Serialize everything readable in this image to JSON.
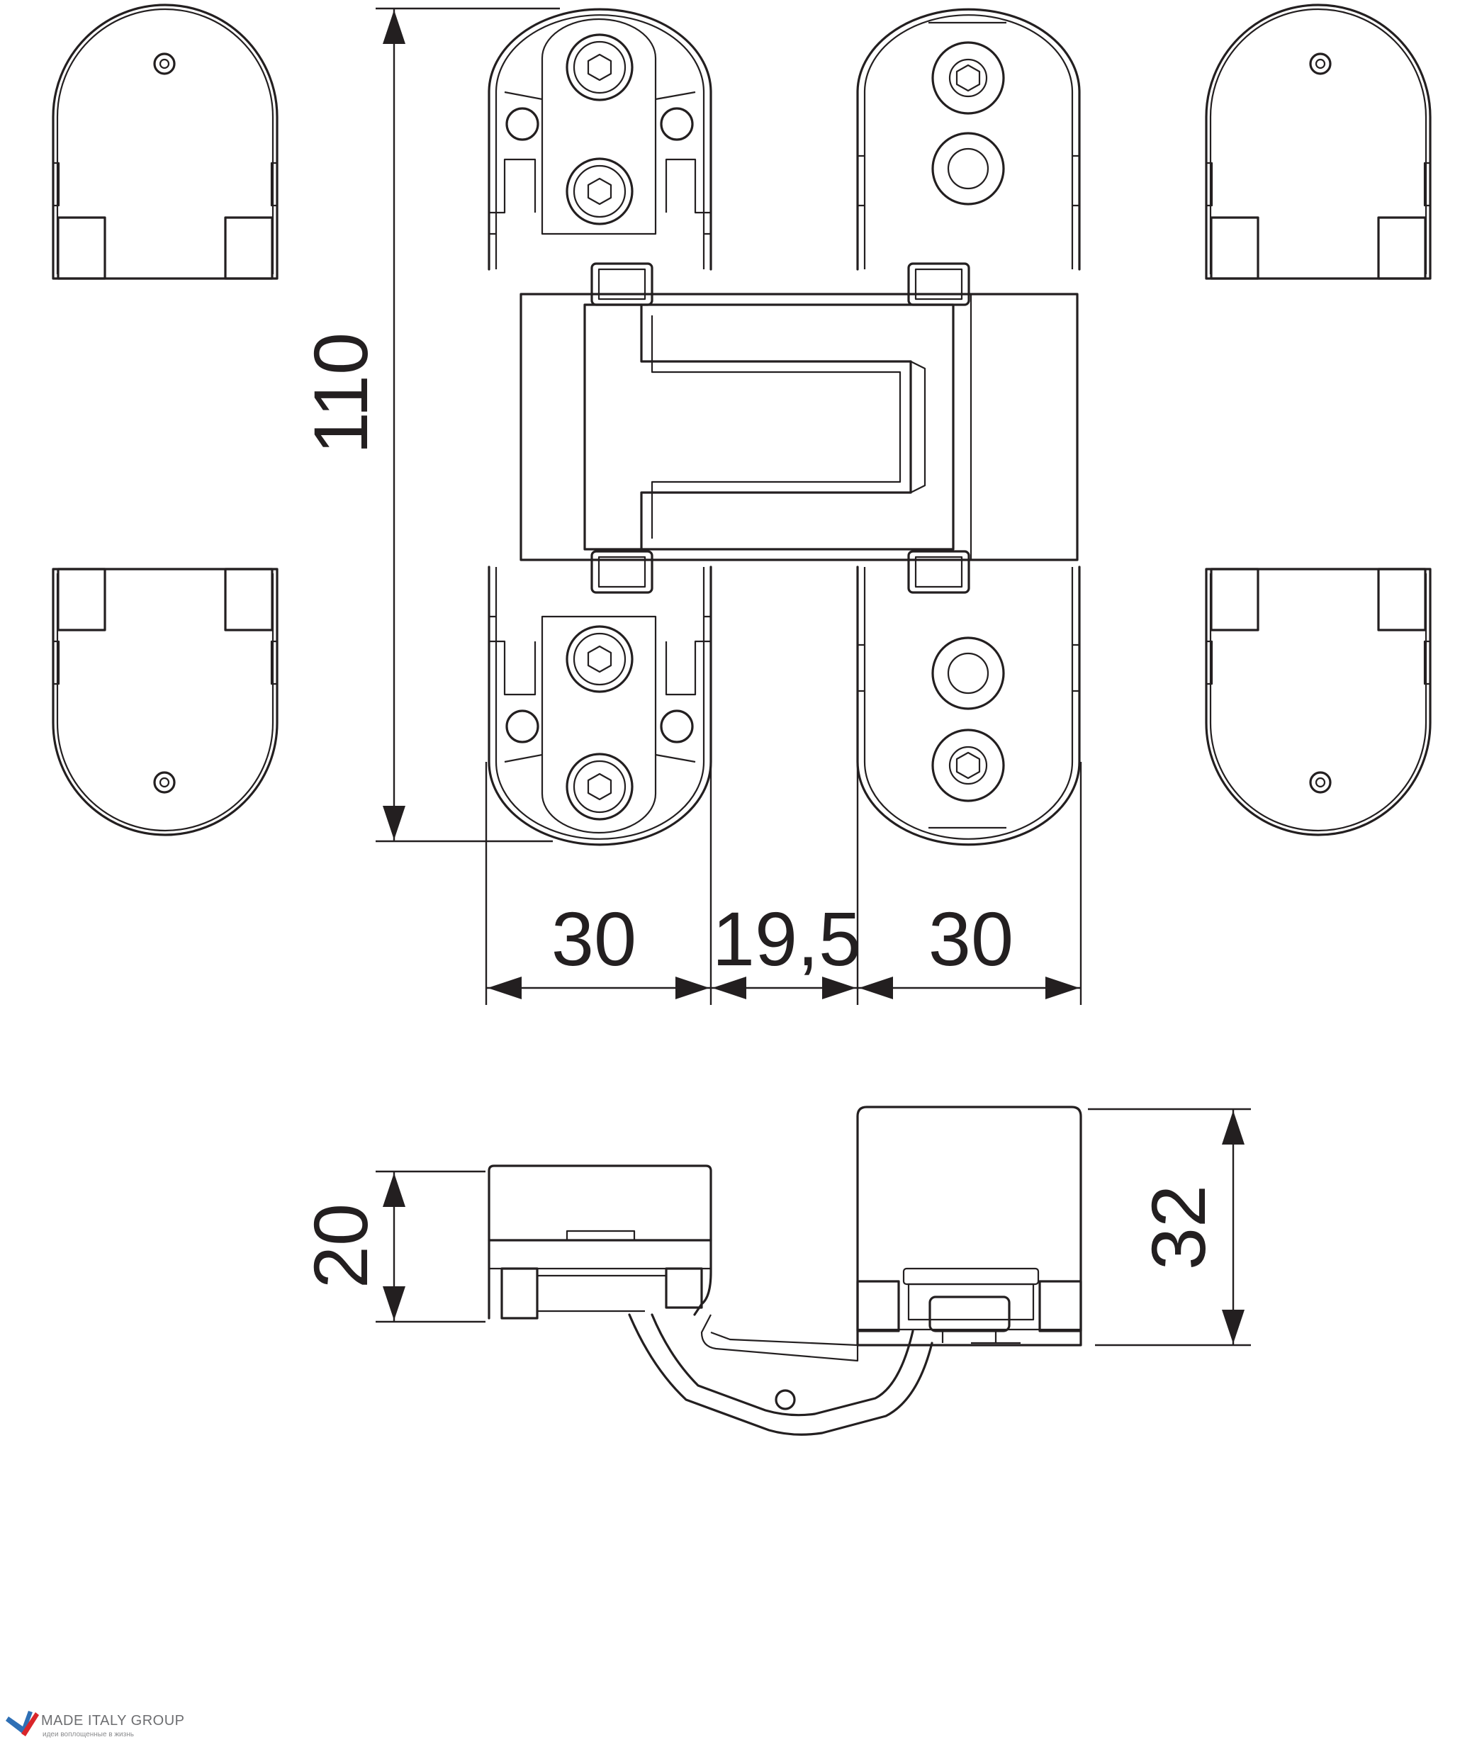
{
  "dimensions": {
    "height": "110",
    "left_plate_width": "30",
    "gap_width": "19,5",
    "right_plate_width": "30",
    "left_depth": "20",
    "right_depth": "32"
  },
  "logo": {
    "brand": "MADE ITALY GROUP",
    "tagline": "идеи воплощенные в жизнь",
    "colors": {
      "blue": "#2e6fb5",
      "red": "#d9252a",
      "grey": "#6d6e71"
    }
  }
}
